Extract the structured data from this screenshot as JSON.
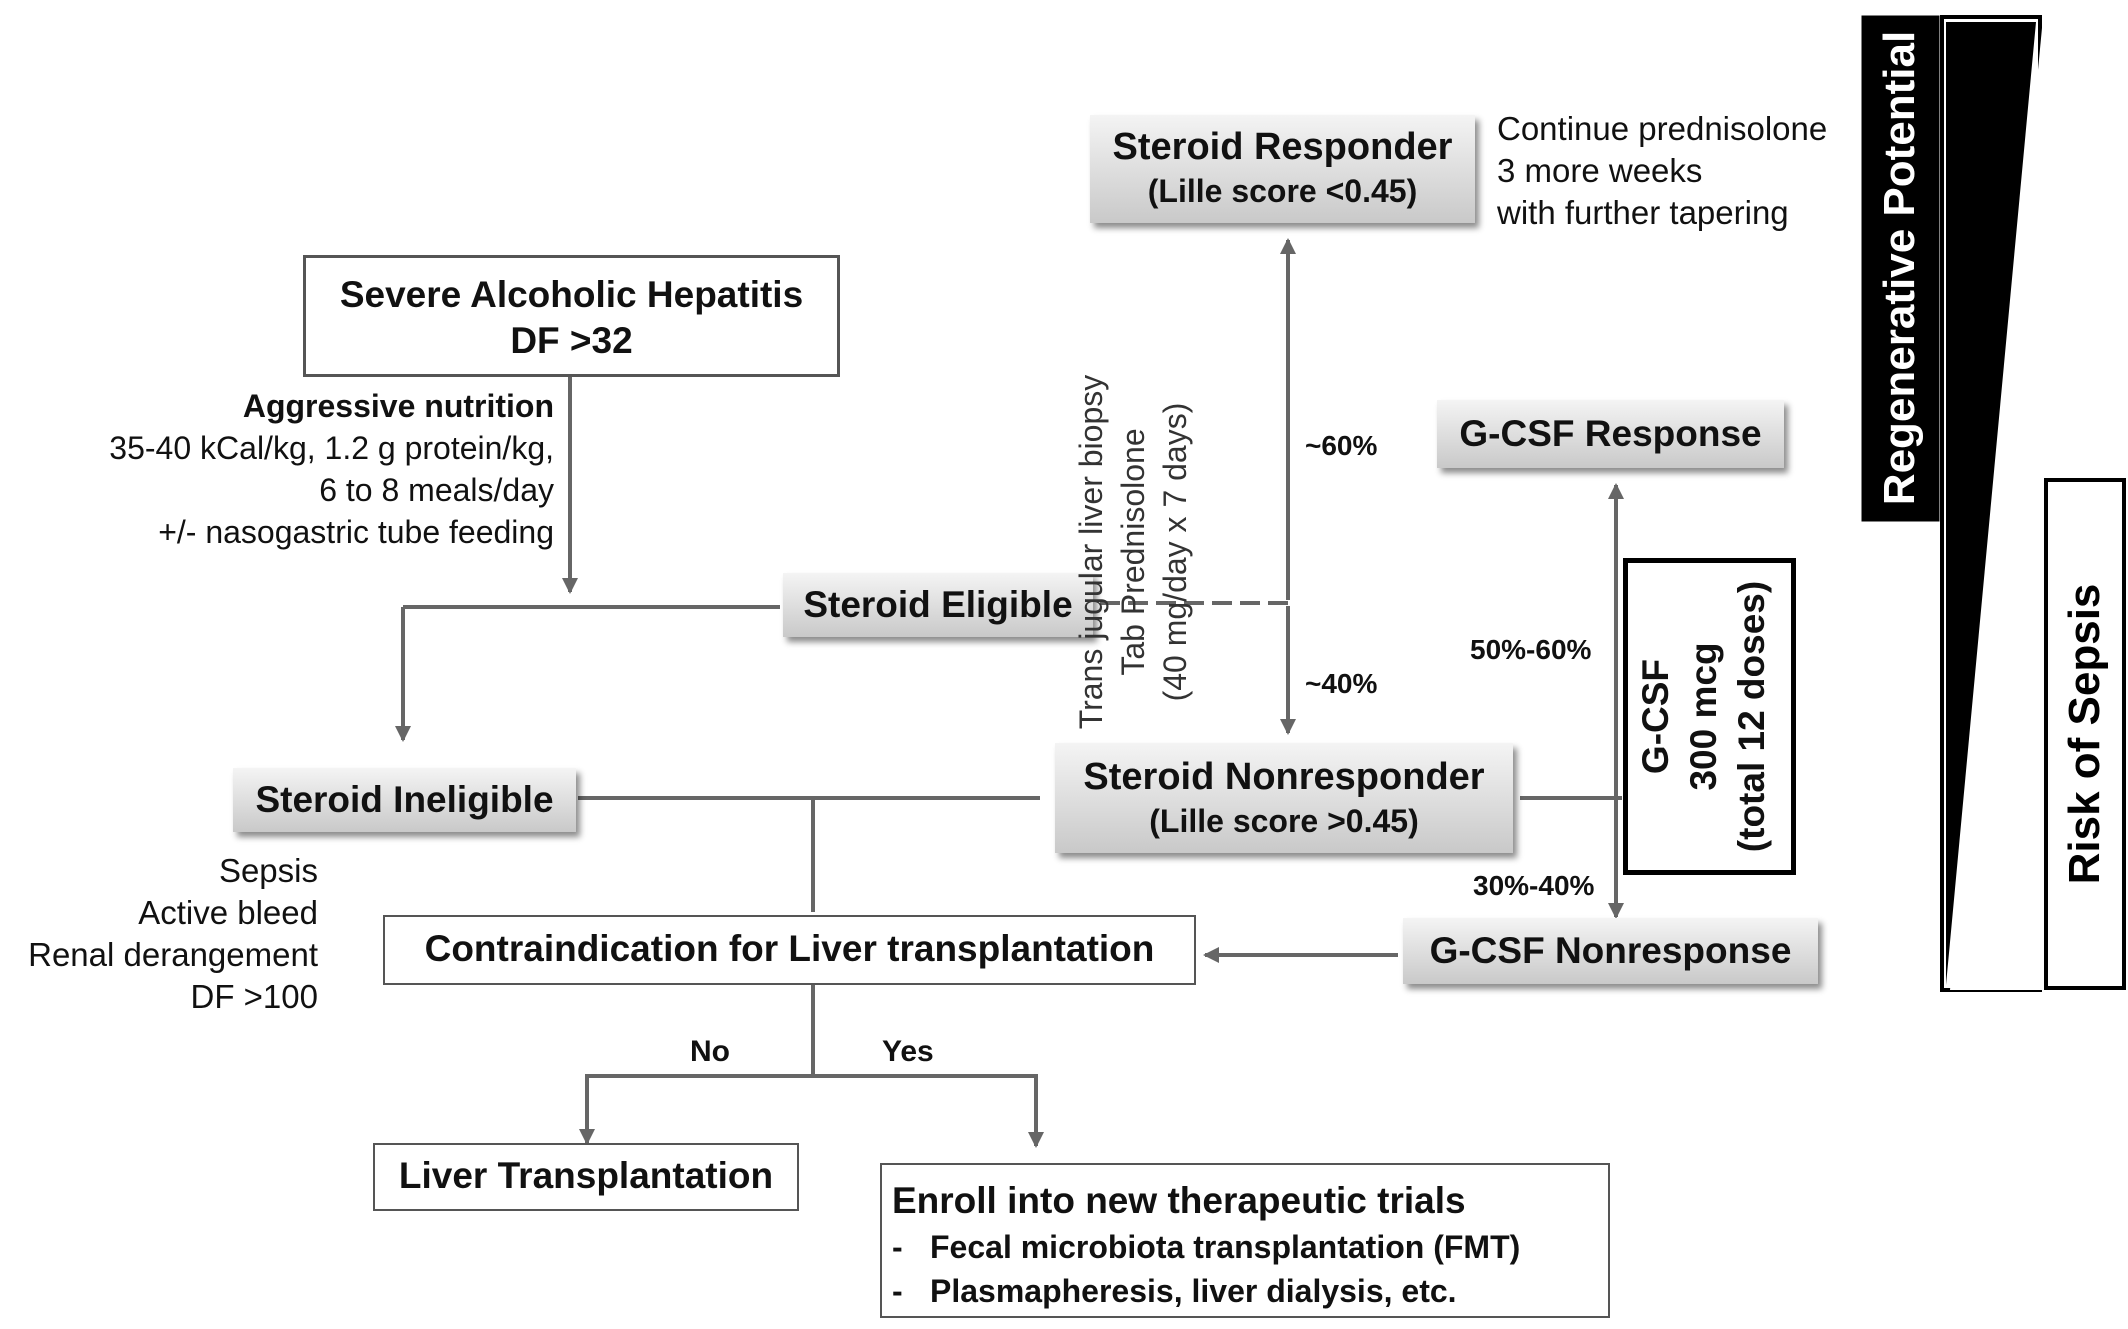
{
  "boxes": {
    "severe": {
      "title": "Severe Alcoholic Hepatitis",
      "sub": "DF >32"
    },
    "eligible": {
      "title": "Steroid Eligible"
    },
    "ineligible": {
      "title": "Steroid Ineligible"
    },
    "responder": {
      "title": "Steroid Responder",
      "sub": "(Lille score <0.45)"
    },
    "nonresponder": {
      "title": "Steroid Nonresponder",
      "sub": "(Lille score >0.45)"
    },
    "gcsf_response": {
      "title": "G-CSF Response"
    },
    "gcsf_nonresponse": {
      "title": "G-CSF Nonresponse"
    },
    "contraindication": {
      "title": "Contraindication for Liver transplantation"
    },
    "transplant": {
      "title": "Liver Transplantation"
    },
    "trials": {
      "title": "Enroll into new therapeutic trials",
      "items": [
        "Fecal microbiota transplantation (FMT)",
        "Plasmapheresis, liver dialysis, etc."
      ]
    },
    "gcsf_dose": {
      "lines": [
        "G-CSF",
        "300 mcg",
        "(total 12 doses)"
      ]
    }
  },
  "nutrition": {
    "heading": "Aggressive nutrition",
    "lines": [
      "35-40 kCal/kg, 1.2 g protein/kg,",
      "6 to 8 meals/day",
      "+/- nasogastric tube feeding"
    ]
  },
  "continue_note": [
    "Continue prednisolone",
    "3 more weeks",
    "with further tapering"
  ],
  "ineligible_criteria": [
    "Sepsis",
    "Active bleed",
    "Renal derangement",
    "DF >100"
  ],
  "steroid_course": [
    "Trans jugular liver biopsy",
    "Tab Prednisolone",
    "(40 mg/day x 7 days)"
  ],
  "percent": {
    "p60": "~60%",
    "p40": "~40%",
    "g50": "50%-60%",
    "g30": "30%-40%"
  },
  "branch": {
    "no": "No",
    "yes": "Yes"
  },
  "gradient": {
    "regenerative": "Regenerative Potential",
    "sepsis": "Risk of Sepsis"
  },
  "colors": {
    "line": "#666666",
    "box_border": "#555555",
    "dark": "#000000"
  }
}
